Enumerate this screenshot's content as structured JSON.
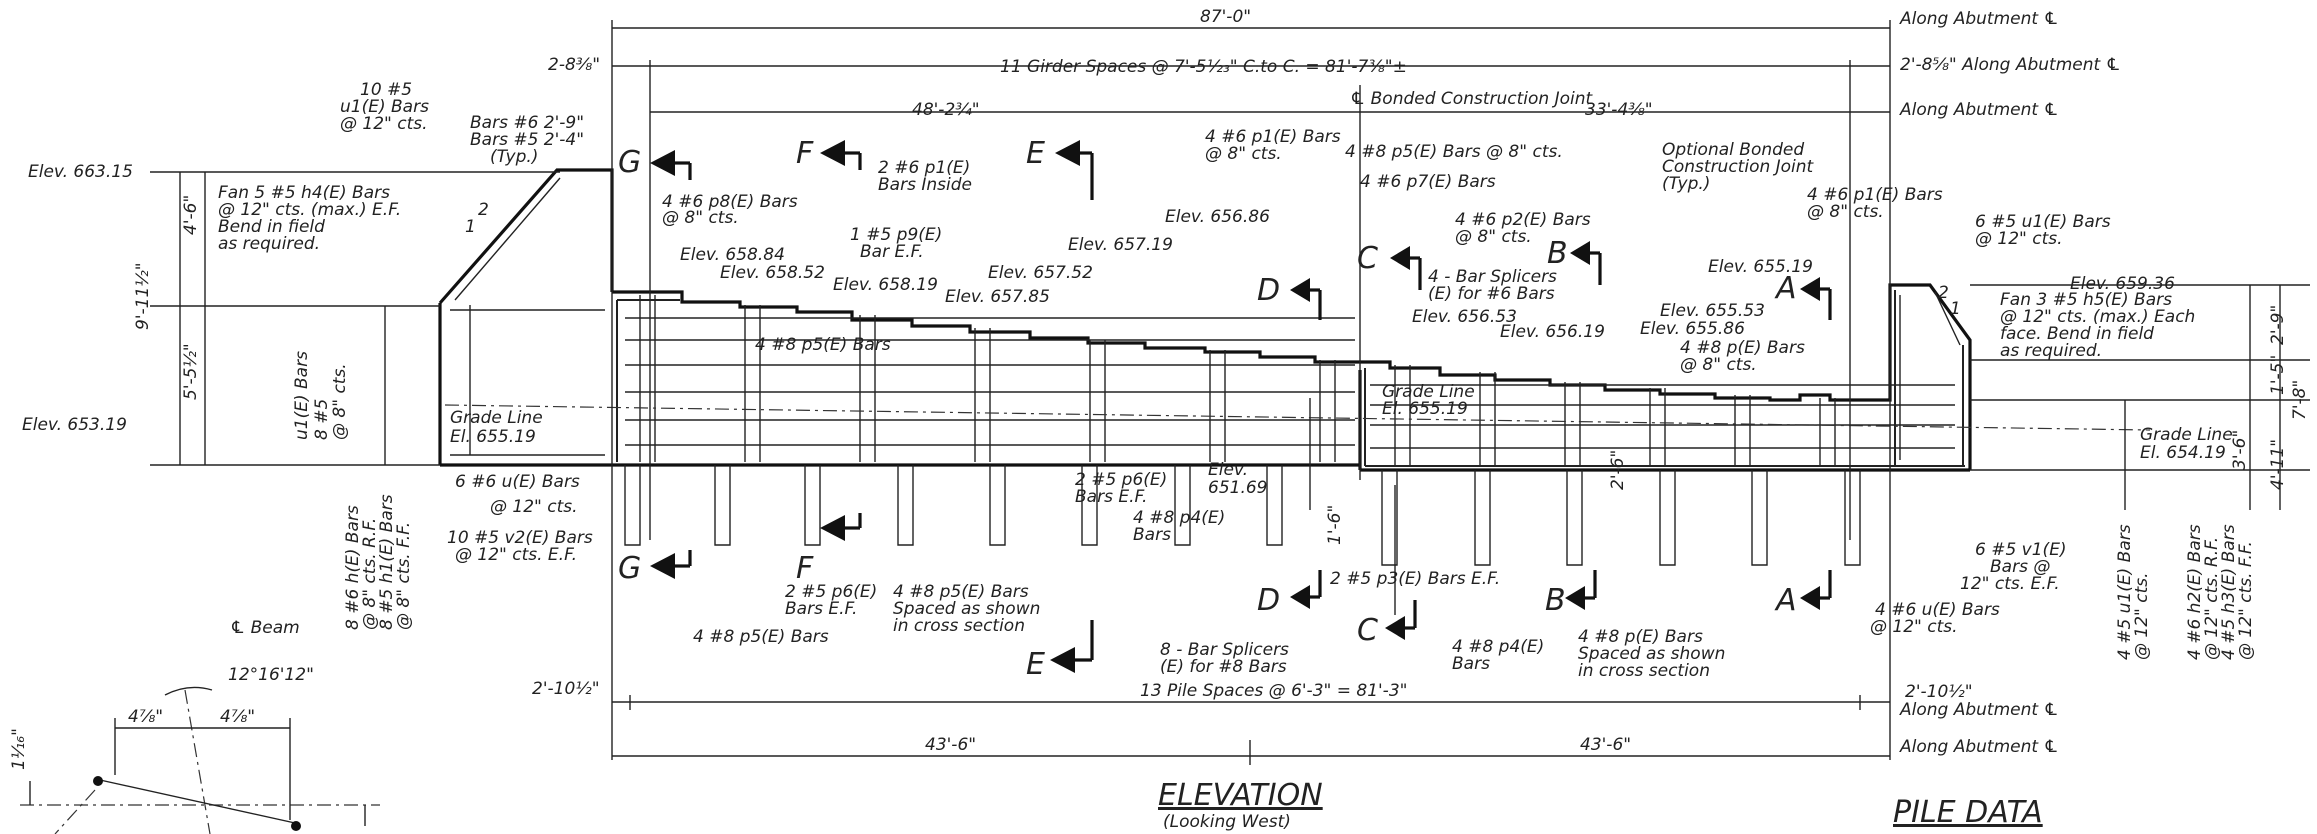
{
  "dimensions": {
    "overall": "87'-0\"",
    "girder_spaces": "11 Girder Spaces @ 7'-5½₃\" C.to C. = 81'-7⅜\"±",
    "left_offset": "2-8⅜\"",
    "left_segment": "48'-2¾\"",
    "right_segment": "33'-4⅜\"",
    "pile_spaces": "13 Pile Spaces @ 6'-3\" = 81'-3\"",
    "left_pile_offset": "2'-10½\"",
    "right_pile_offset": "2'-10½\"",
    "half_left": "43'-6\"",
    "half_right": "43'-6\"",
    "left_h1": "4'-6\"",
    "left_h2": "9'-11½\"",
    "left_h3": "5'-5½\"",
    "right_h1": "2'-9\"",
    "right_h2": "1'-5\"",
    "right_h3": "3'-6\"",
    "right_h4": "4'-11\"",
    "right_h5": "7'-8\"",
    "mid_v1": "1'-6\"",
    "mid_v2": "2'-6\"",
    "along_abut_1": "Along Abutment ℄",
    "along_abut_2": "2'-8⅝\" Along Abutment ℄",
    "along_abut_3": "Along Abutment ℄",
    "along_abut_4": "2'-10½\"",
    "along_abut_5": "Along Abutment ℄",
    "along_abut_6": "Along Abutment ℄"
  },
  "elevations": {
    "top_left": "Elev. 663.15",
    "bottom_left": "Elev. 653.19",
    "e1": "Elev. 658.84",
    "e2": "Elev. 658.52",
    "e3": "Elev. 658.19",
    "e4": "Elev. 657.52",
    "e5": "Elev. 657.85",
    "e6": "Elev. 657.19",
    "e7": "Elev. 656.86",
    "e8": "Elev. 656.53",
    "e9": "Elev. 656.19",
    "e10": "Elev. 655.86",
    "e11": "Elev. 655.53",
    "e12": "Elev. 655.19",
    "e13": "Elev. 659.36",
    "e14": "Elev.",
    "e14b": "651.69",
    "grade_left_1": "Grade Line",
    "grade_left_2": "El. 655.19",
    "grade_mid_1": "Grade Line",
    "grade_mid_2": "El. 655.19",
    "grade_right_1": "Grade Line",
    "grade_right_2": "El. 654.19"
  },
  "labels": {
    "u1_1": "10 #5",
    "u1_2": "u1(E) Bars",
    "u1_3": "@ 12\" cts.",
    "bars6_1": "Bars #6 2'-9\"",
    "bars6_2": "Bars #5 2'-4\"",
    "bars6_3": "(Typ.)",
    "fan_l1": "Fan 5 #5 h4(E) Bars",
    "fan_l2": "@ 12\" cts. (max.) E.F.",
    "fan_l3": "Bend in field",
    "fan_l4": "as required.",
    "slope_l": "2",
    "slope_l2": "1",
    "p8_1": "4 #6 p8(E) Bars",
    "p8_2": "@ 8\" cts.",
    "p1_top_1": "4 #6 p1(E) Bars",
    "p1_top_2": "@ 8\" cts.",
    "p5_top": "4 #8 p5(E) Bars @ 8\" cts.",
    "p7": "4 #6 p7(E) Bars",
    "p1_inside_1": "2 #6 p1(E)",
    "p1_inside_2": "Bars Inside",
    "p9_1": "1 #5 p9(E)",
    "p9_2": "Bar E.F.",
    "p2_1": "4 #6 p2(E) Bars",
    "p2_2": "@ 8\" cts.",
    "splice_1": "4 - Bar Splicers",
    "splice_2": "(E) for #6 Bars",
    "opt_1": "Optional Bonded",
    "opt_2": "Construction Joint",
    "opt_3": "(Typ.)",
    "bonded": "℄ Bonded Construction Joint",
    "p1_r1": "4 #6 p1(E) Bars",
    "p1_r2": "@ 8\" cts.",
    "u1_r1": "6 #5 u1(E) Bars",
    "u1_r2": "@ 12\" cts.",
    "fan_r1": "Fan 3 #5 h5(E) Bars",
    "fan_r2": "@ 12\" cts. (max.) Each",
    "fan_r3": "face. Bend in field",
    "fan_r4": "as required.",
    "slope_r": "2",
    "slope_r2": "1",
    "p5_mid": "4 #8 p5(E) Bars",
    "p_right_1": "4 #8 p(E) Bars",
    "p_right_2": "@ 8\" cts.",
    "u_left_1": "8 #5",
    "u_left_2": "u1(E) Bars",
    "u_left_3": "@ 8\" cts.",
    "u6_1": "6 #6 u(E) Bars",
    "u6_2": "@ 12\" cts.",
    "v2_1": "10 #5 v2(E) Bars",
    "v2_2": "@ 12\" cts. E.F.",
    "h1_1": "8 #6 h(E) Bars",
    "h1_2": "@ 8\" cts. R.F.",
    "h1_3": "8 #5 h1(E) Bars",
    "h1_4": "@ 8\" cts. F.F.",
    "p6_1": "2 #5 p6(E)",
    "p6_2": "Bars E.F.",
    "p6b_1": "2 #5 p6(E)",
    "p6b_2": "Bars E.F.",
    "p5_sp_1": "4 #8 p5(E) Bars",
    "p5_sp_2": "Spaced as shown",
    "p5_sp_3": "in cross section",
    "p5_bot": "4 #8 p5(E) Bars",
    "p4_1": "4 #8 p4(E)",
    "p4_2": "Bars",
    "p3": "2 #5 p3(E) Bars E.F.",
    "p4b_1": "4 #8 p4(E)",
    "p4b_2": "Bars",
    "p_sp_1": "4 #8 p(E) Bars",
    "p_sp_2": "Spaced as shown",
    "p_sp_3": "in cross section",
    "splice8_1": "8 - Bar Splicers",
    "splice8_2": "(E) for #8 Bars",
    "v1_1": "6 #5 v1(E)",
    "v1_2": "Bars @",
    "v1_3": "12\" cts. E.F.",
    "u_r_1": "4 #6 u(E) Bars",
    "u_r_2": "@ 12\" cts.",
    "u1_rv_1": "4 #5 u1(E) Bars",
    "u1_rv_2": "@ 12\" cts.",
    "h2_1": "4 #6 h2(E) Bars",
    "h2_2": "@ 12\" cts. R.F.",
    "h2_3": "4 #5 h3(E) Bars",
    "h2_4": "@ 12\" cts. F.F."
  },
  "sections": {
    "G": "G",
    "F": "F",
    "E": "E",
    "D": "D",
    "C": "C",
    "B": "B",
    "A": "A"
  },
  "detail": {
    "beam": "℄ Beam",
    "angle": "12°16'12\"",
    "d1": "4⅞\"",
    "d2": "4⅞\"",
    "d3": "1¹⁄₁₆\""
  },
  "titles": {
    "elevation": "ELEVATION",
    "elevation_sub": "(Looking West)",
    "pile_data": "PILE DATA"
  }
}
